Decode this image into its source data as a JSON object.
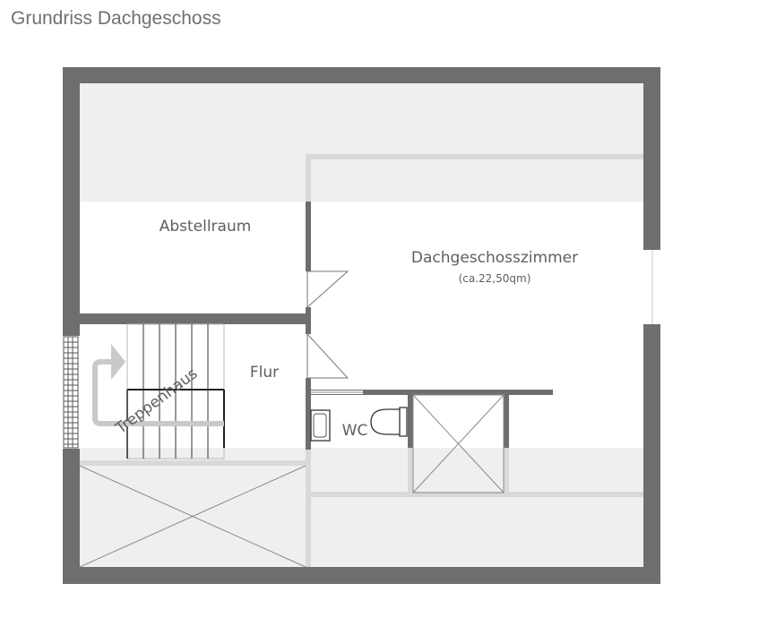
{
  "title": "Grundriss Dachgeschoss",
  "rooms": {
    "abstellraum": "Abstellraum",
    "dachgeschosszimmer": "Dachgeschosszimmer",
    "dachgeschosszimmer_area": "(ca.22,50qm)",
    "flur": "Flur",
    "wc": "WC",
    "treppenhaus": "Treppenhaus"
  },
  "colors": {
    "outer_wall": "#6e6e6e",
    "inner_wall": "#6e6e6e",
    "low_ceiling_zone": "#efefef",
    "light_wall": "#d9d9d9",
    "label": "#5f5f5f"
  }
}
